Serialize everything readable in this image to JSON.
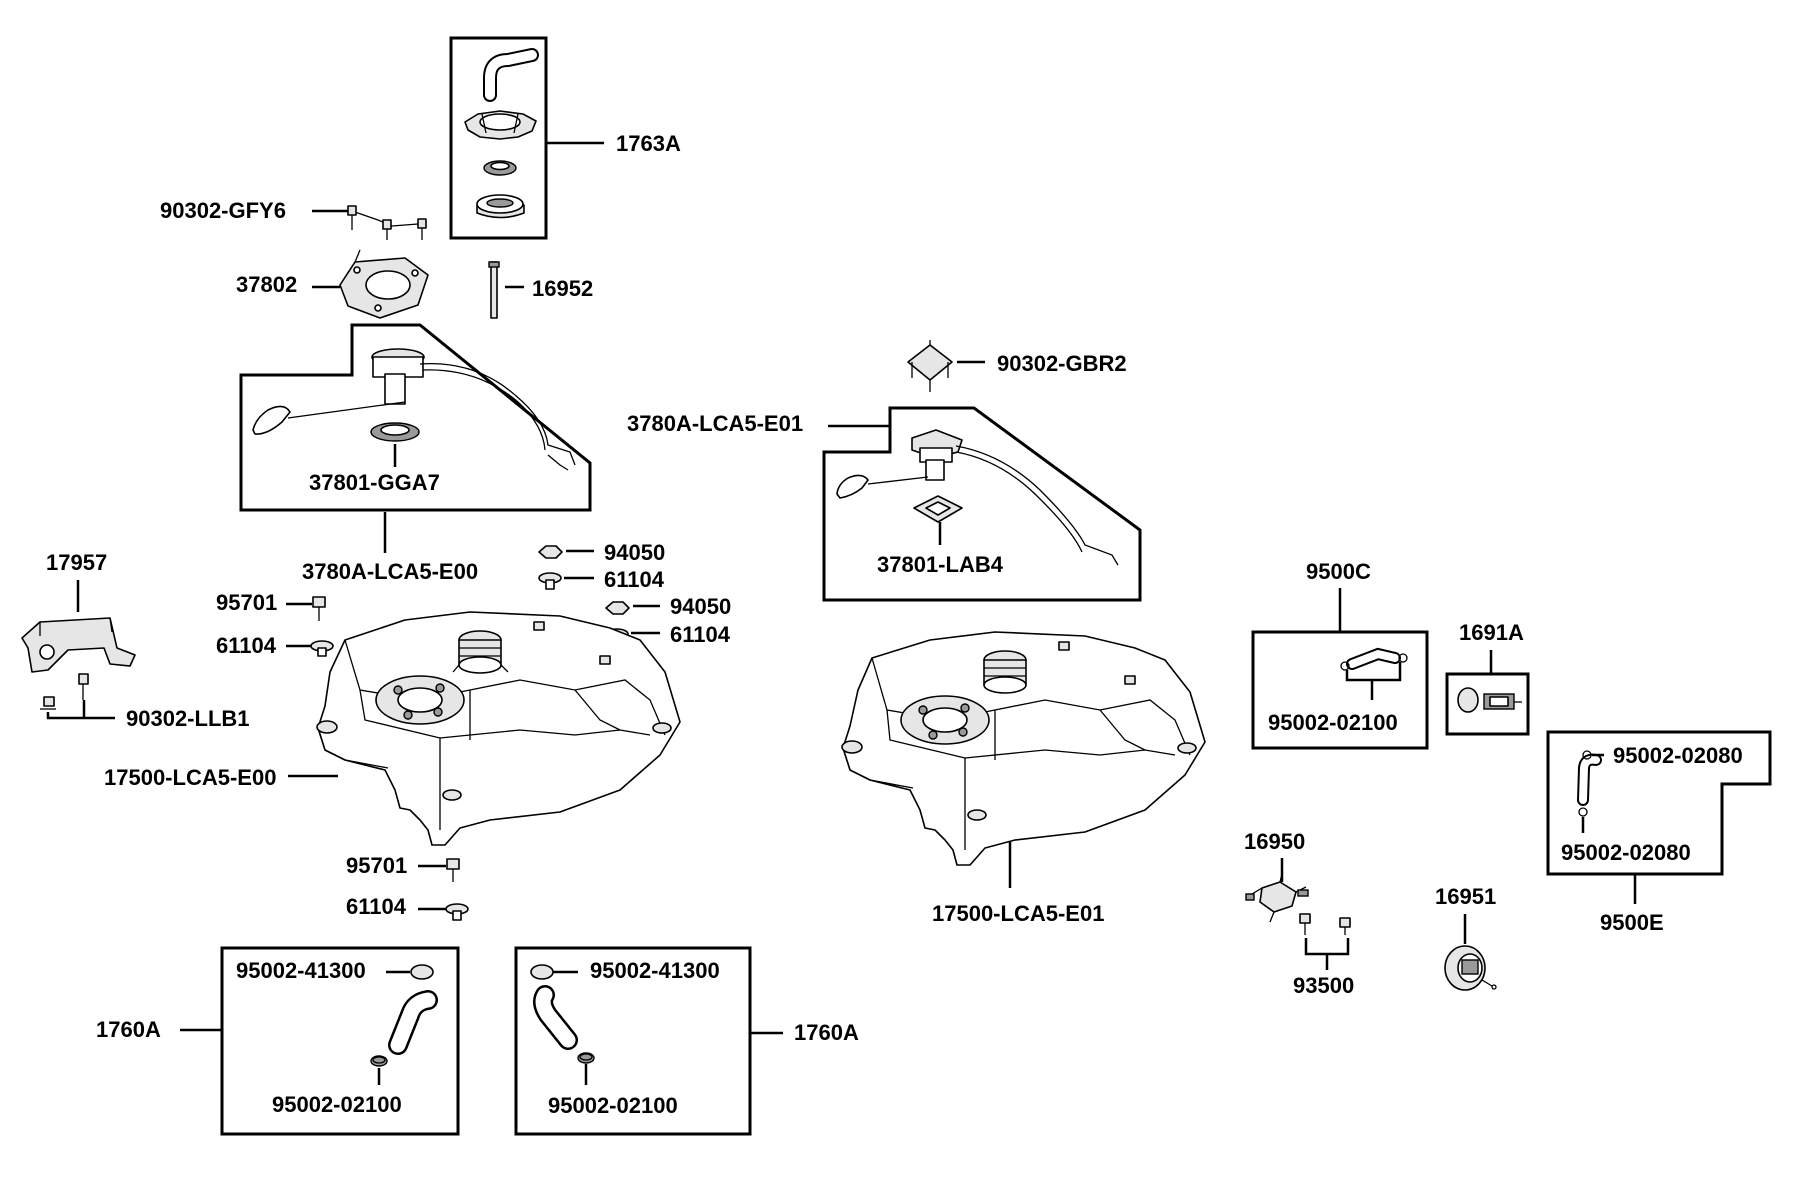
{
  "diagram": {
    "labels": {
      "l_1763A": "1763A",
      "l_90302_GFY6": "90302-GFY6",
      "l_37802": "37802",
      "l_16952": "16952",
      "l_37801_GGA7": "37801-GGA7",
      "l_3780A_LCA5_E00": "3780A-LCA5-E00",
      "l_90302_GBR2": "90302-GBR2",
      "l_3780A_LCA5_E01": "3780A-LCA5-E01",
      "l_37801_LAB4": "37801-LAB4",
      "l_17957": "17957",
      "l_95701_a": "95701",
      "l_61104_a": "61104",
      "l_94050_a": "94050",
      "l_61104_b": "61104",
      "l_94050_b": "94050",
      "l_61104_c": "61104",
      "l_90302_LLB1": "90302-LLB1",
      "l_17500_LCA5_E00": "17500-LCA5-E00",
      "l_95701_b": "95701",
      "l_61104_d": "61104",
      "l_17500_LCA5_E01": "17500-LCA5-E01",
      "l_9500C": "9500C",
      "l_95002_02100_c": "95002-02100",
      "l_1691A": "1691A",
      "l_95002_02080_a": "95002-02080",
      "l_95002_02080_b": "95002-02080",
      "l_9500E": "9500E",
      "l_16950": "16950",
      "l_93500": "93500",
      "l_16951": "16951",
      "l_95002_41300_a": "95002-41300",
      "l_95002_02100_a": "95002-02100",
      "l_1760A_a": "1760A",
      "l_95002_41300_b": "95002-41300",
      "l_95002_02100_b": "95002-02100",
      "l_1760A_b": "1760A"
    }
  }
}
